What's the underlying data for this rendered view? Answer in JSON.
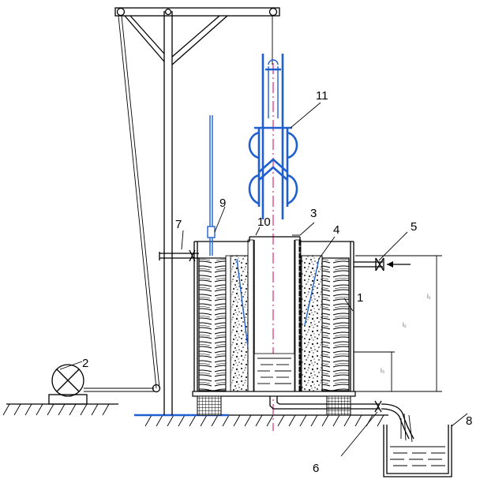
{
  "labels": {
    "l1": "1",
    "l2": "2",
    "l3": "3",
    "l4": "4",
    "l5": "5",
    "l6": "6",
    "l7": "7",
    "l8": "8",
    "l9": "9",
    "l10": "10",
    "l11": "11"
  },
  "dims": {
    "i1": "i₁",
    "i2": "i₂",
    "i3": "i₃"
  },
  "colors": {
    "line": "#000000",
    "probe": "#1f5fd0",
    "axis": "#e0287a"
  }
}
